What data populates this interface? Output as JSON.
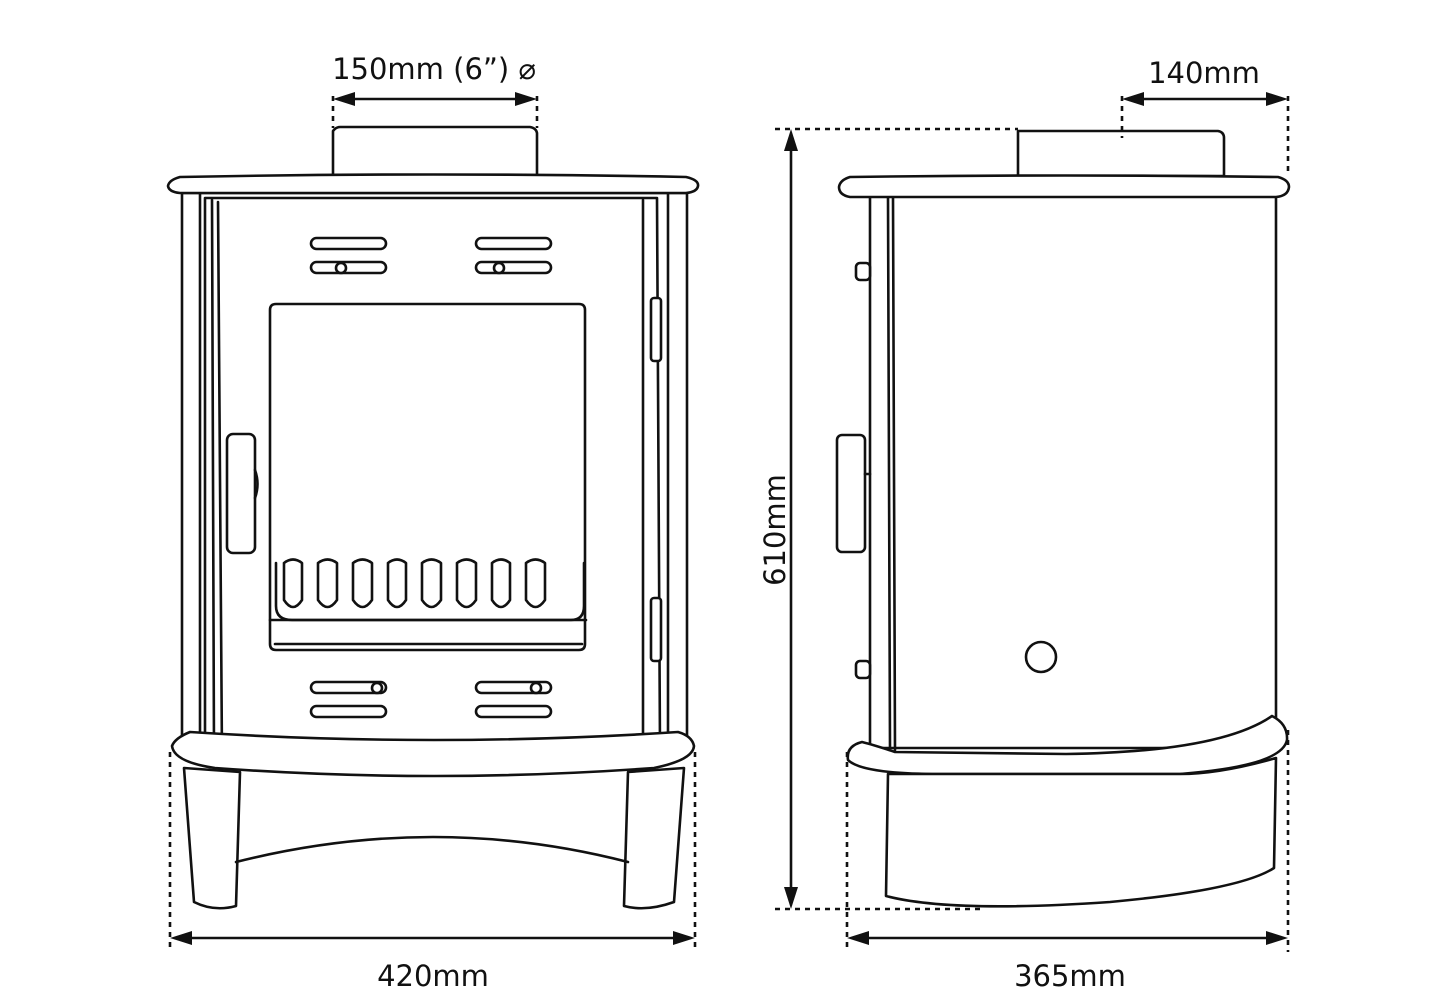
{
  "front_view": {
    "flue_diameter_label": "150mm (6”) ⌀",
    "width_label": "420mm"
  },
  "side_view": {
    "flue_offset_label": "140mm",
    "height_label": "610mm",
    "depth_label": "365mm"
  },
  "colors": {
    "line": "#111111",
    "background": "#ffffff"
  }
}
